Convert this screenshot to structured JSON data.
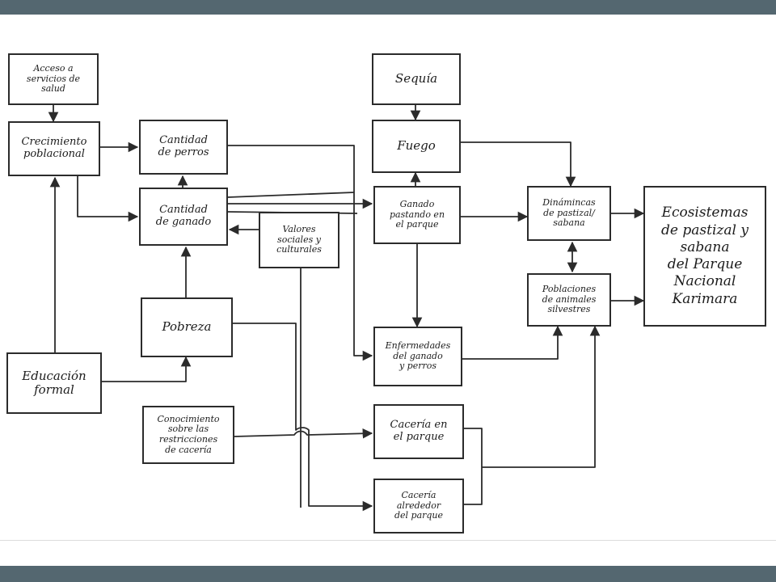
{
  "colors": {
    "frame_bar": "#546770",
    "stroke": "#2b2b2b",
    "text": "#1c1c1c",
    "background": "#ffffff"
  },
  "nodes": {
    "acceso": "Acceso a\nservicios de\nsalud",
    "crecimiento": "Crecimiento\npoblacional",
    "perros": "Cantidad\nde perros",
    "ganado": "Cantidad\nde ganado",
    "valores": "Valores\nsociales y\nculturales",
    "pobreza": "Pobreza",
    "educacion": "Educación\nformal",
    "conocimiento": "Conocimiento\nsobre las\nrestricciones\nde cacería",
    "sequia": "Sequía",
    "fuego": "Fuego",
    "pastando": "Ganado\npastando en\nel parque",
    "enfermedades": "Enfermedades\ndel ganado\ny perros",
    "caceria_parque": "Cacería en\nel parque",
    "caceria_alrededor": "Cacería\nalrededor\ndel parque",
    "dinamicas": "Dinámincas\nde pastizal/\nsabana",
    "poblaciones": "Poblaciones\nde animales\nsilvestres",
    "ecosistemas": "Ecosistemas\nde pastizal y\nsabana\ndel Parque\nNacional\nKarimara"
  }
}
